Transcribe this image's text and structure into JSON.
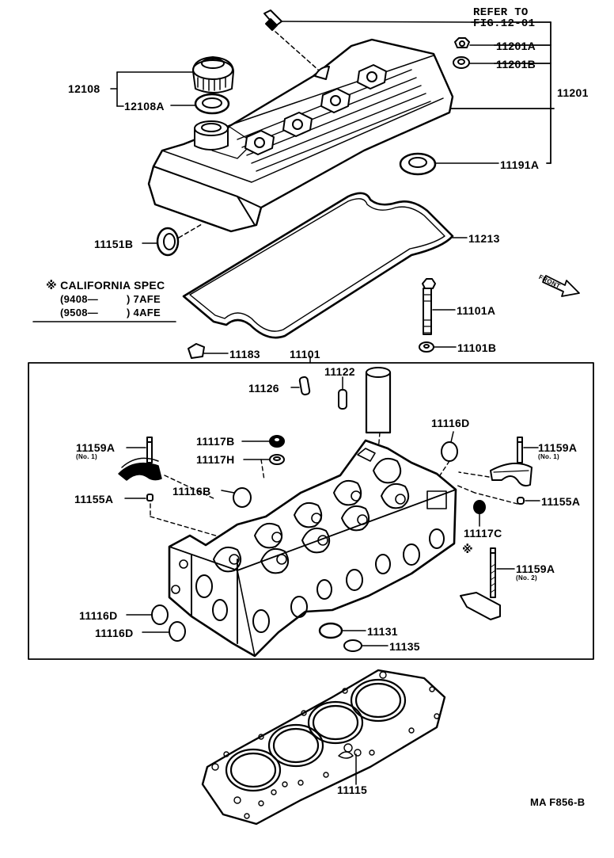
{
  "refer": {
    "line1": "REFER TO",
    "line2": "FIG.12-01"
  },
  "california": {
    "title": "※ CALIFORNIA SPEC",
    "row1_date": "(9408—",
    "row1_engine": ") 7AFE",
    "row2_date": "(9508—",
    "row2_engine": ") 4AFE"
  },
  "front": "FRONT",
  "figure_id": "MA  F856-B",
  "asterisk": "※",
  "parts": {
    "p12108": "12108",
    "p12108A": "12108A",
    "p11201A": "11201A",
    "p11201B": "11201B",
    "p11201": "11201",
    "p11191A": "11191A",
    "p11151B": "11151B",
    "p11213": "11213",
    "p11101A": "11101A",
    "p11101B": "11101B",
    "p11183": "11183",
    "p11101": "11101",
    "p11122": "11122",
    "p11126": "11126",
    "p11116D_top": "11116D",
    "p11159A_left": "11159A",
    "p11159A_left_note": "(No. 1)",
    "p11117B": "11117B",
    "p11117H": "11117H",
    "p11159A_right": "11159A",
    "p11159A_right_note": "(No. 1)",
    "p11116B": "11116B",
    "p11155A_left": "11155A",
    "p11155A_right": "11155A",
    "p11117C": "11117C",
    "p11159A_no2": "11159A",
    "p11159A_no2_note": "(No. 2)",
    "p11116D_a": "11116D",
    "p11116D_b": "11116D",
    "p11131": "11131",
    "p11135": "11135",
    "p11115": "11115"
  }
}
